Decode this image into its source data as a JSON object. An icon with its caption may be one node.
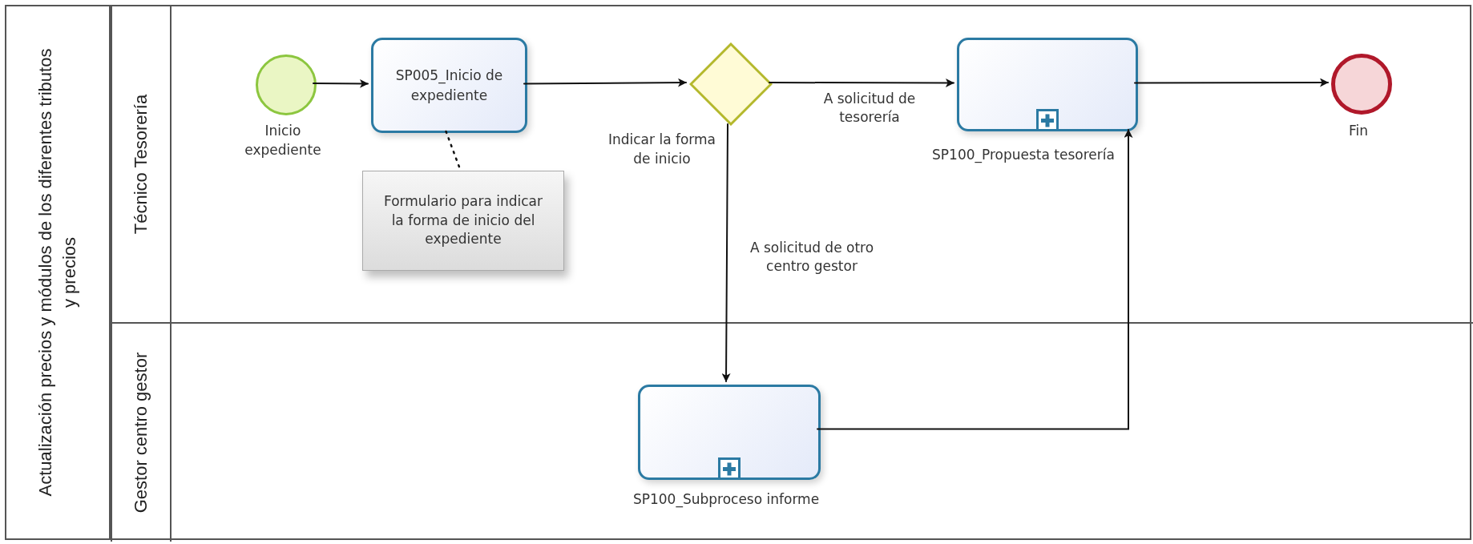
{
  "diagram": {
    "nodes": [
      {
        "text": [
          "Actualización precios y módulos de los diferentes tributos y precios"
        ]
      },
      {
        "text": [
          "Técnico Tesorería"
        ],
        "in": 0
      },
      {
        "text": [],
        "shape": "circle",
        "in": 1,
        "beside": [
          "Inicio expediente"
        ]
      },
      {
        "text": [
          "SP005_Inicio de expediente"
        ],
        "in": 1
      },
      {
        "text": [
          "Formulario para indicar la forma de inicio del expediente"
        ],
        "in": 1
      },
      {
        "text": [],
        "shape": "diamond",
        "in": 1,
        "beside": [
          "Indicar la forma de inicio"
        ]
      },
      {
        "text": [],
        "shape": "box",
        "in": 1,
        "beside": [
          "SP100_Propuesta tesorería"
        ]
      },
      {
        "text": [],
        "shape": "circle",
        "in": 1,
        "beside": [
          "Fin"
        ]
      },
      {
        "text": [
          "Gestor centro gestor"
        ],
        "in": 0
      },
      {
        "text": [],
        "shape": "box",
        "in": 8,
        "beside": [
          "SP100_Subproceso informe"
        ]
      }
    ],
    "edges": [
      {
        "from": 2,
        "to": 3,
        "arrow": "to"
      },
      {
        "from": 3,
        "to": 5,
        "arrow": "to"
      },
      {
        "from": 5,
        "to": 6,
        "arrow": "to",
        "label": "A solicitud de tesorería"
      },
      {
        "from": 5,
        "to": 9,
        "arrow": "to",
        "label": "A solicitud de otro centro gestor"
      },
      {
        "from": 9,
        "to": 6,
        "arrow": "to"
      },
      {
        "from": 6,
        "to": 7,
        "arrow": "to"
      },
      {
        "from": 3,
        "to": 4,
        "arrow": "none",
        "style": "dashed"
      }
    ]
  }
}
